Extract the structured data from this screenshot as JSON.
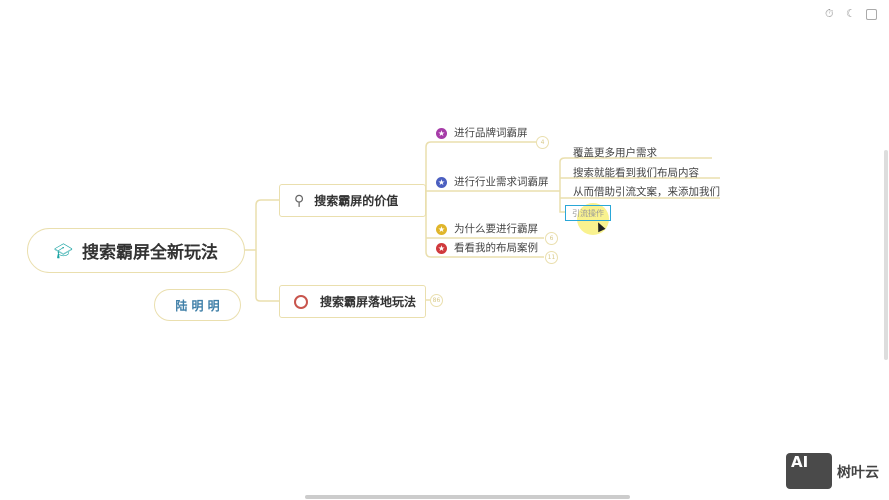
{
  "toolbar": {
    "icons": [
      "timer-icon",
      "moon-icon",
      "fullscreen-icon"
    ]
  },
  "root": {
    "title": "搜索霸屏全新玩法",
    "icon": "graduation-cap-icon",
    "icon_color": "#1aa3a3"
  },
  "floating": {
    "label": "陆 明 明"
  },
  "branches": [
    {
      "label": "搜索霸屏的价值",
      "icon": "magnifier-icon",
      "children": [
        {
          "label": "进行品牌词霸屏",
          "star_color": "#a63ca8",
          "badge": "4"
        },
        {
          "label": "进行行业需求词霸屏",
          "star_color": "#4b5fc0",
          "children": [
            "覆盖更多用户需求",
            "搜索就能看到我们布局内容",
            "从而借助引流文案，来添加我们"
          ],
          "editing": "引流操作"
        },
        {
          "label": "为什么要进行霸屏",
          "star_color": "#e0b52a",
          "badge": "6"
        },
        {
          "label": "看看我的布局案例",
          "star_color": "#d0393c",
          "badge": "11"
        }
      ]
    },
    {
      "label": "搜索霸屏落地玩法",
      "icon": "target-icon",
      "badge": "86"
    }
  ],
  "watermark": {
    "brand": "树叶云",
    "logo_text": "AI"
  },
  "colors": {
    "line": "#eadfae",
    "edit_border": "#2aa7d8",
    "cursor_highlight": "#f7ee6a"
  }
}
